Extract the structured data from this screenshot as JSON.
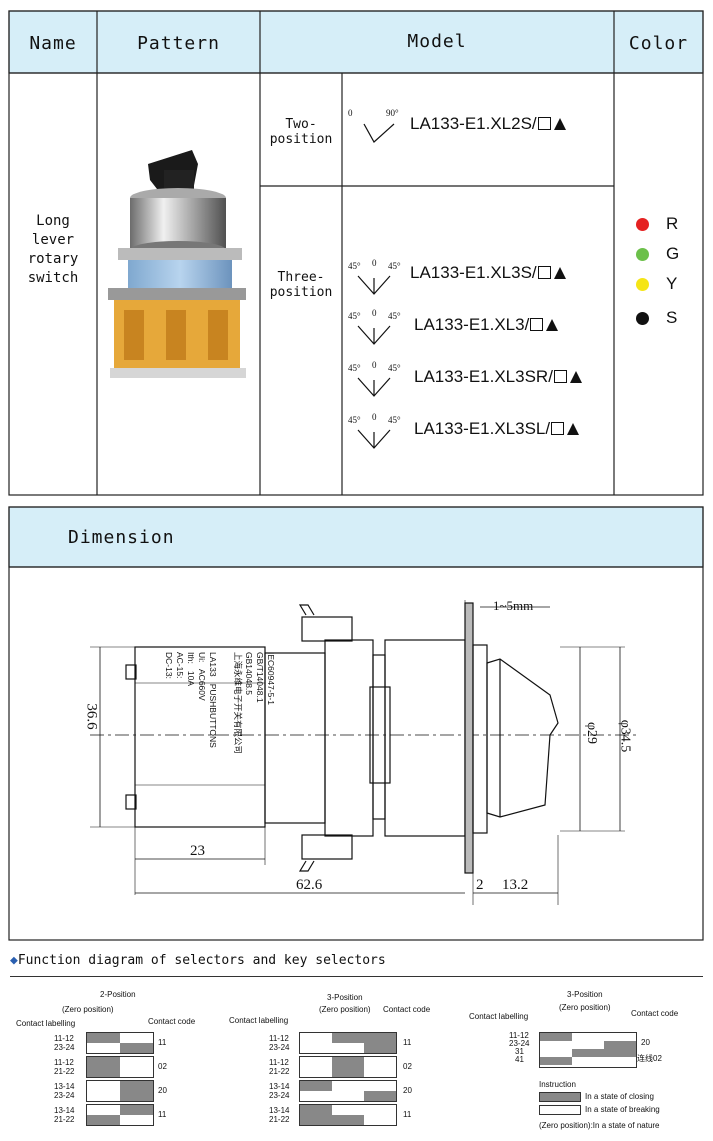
{
  "table": {
    "headers": {
      "name": "Name",
      "pattern": "Pattern",
      "model": "Model",
      "color": "Color"
    },
    "name": [
      "Long",
      "lever",
      "rotary",
      "switch"
    ],
    "two_position": {
      "label": [
        "Two-",
        "position"
      ],
      "angle_left": "0",
      "angle_right": "90°",
      "model": "LA133-E1.XL2S/"
    },
    "three_position": {
      "label": [
        "Three-",
        "position"
      ],
      "rows": [
        {
          "model": "LA133-E1.XL3S/",
          "a1": "45°",
          "a2": "0",
          "a3": "45°"
        },
        {
          "model": "LA133-E1.XL3/",
          "a1": "45°",
          "a2": "0",
          "a3": "45°"
        },
        {
          "model": "LA133-E1.XL3SR/",
          "a1": "45°",
          "a2": "0",
          "a3": "45°"
        },
        {
          "model": "LA133-E1.XL3SL/",
          "a1": "45°",
          "a2": "0",
          "a3": "45°"
        }
      ]
    },
    "colors": [
      {
        "letter": "R",
        "hex": "#e52222"
      },
      {
        "letter": "G",
        "hex": "#6cc04a"
      },
      {
        "letter": "Y",
        "hex": "#f5e516"
      },
      {
        "letter": "S",
        "hex": "#111111"
      }
    ]
  },
  "dimension": {
    "title": "Dimension",
    "panel_thickness": "1~5mm",
    "height": "36.6",
    "dia_inner": "φ29",
    "dia_outer": "φ34.5",
    "base_width": "23",
    "total_length": "62.6",
    "gap": "2",
    "knob_length": "13.2",
    "body_text": [
      "IEC60947-5-1",
      "GB/T14048.1",
      "GB14048.5",
      "LA133",
      "PUSHBUTTONS",
      "Ui:",
      "AC660V",
      "Ith:",
      "10A",
      "AC-15:",
      "DC-13:",
      "上海永维电子开关有限公司"
    ]
  },
  "function": {
    "title": "Function diagram of selectors and key selectors",
    "diagrams": [
      {
        "title": "2-Position",
        "zero": "(Zero position)",
        "labelling": "Contact labelling",
        "code": "Contact code",
        "rows": [
          {
            "top": "11-12",
            "bottom": "23-24",
            "code": "11"
          },
          {
            "top": "11-12",
            "bottom": "21-22",
            "code": "02"
          },
          {
            "top": "13-14",
            "bottom": "23-24",
            "code": "20"
          },
          {
            "top": "13-14",
            "bottom": "21-22",
            "code": "11"
          }
        ]
      },
      {
        "title": "3-Position",
        "zero": "(Zero position)",
        "labelling": "Contact labelling",
        "code": "Contact code",
        "rows": [
          {
            "top": "11-12",
            "bottom": "23-24",
            "code": "11"
          },
          {
            "top": "11-12",
            "bottom": "21-22",
            "code": "02"
          },
          {
            "top": "13-14",
            "bottom": "23-24",
            "code": "20"
          },
          {
            "top": "13-14",
            "bottom": "21-22",
            "code": "11"
          }
        ]
      },
      {
        "title": "3-Position",
        "zero": "(Zero position)",
        "labelling": "Contact labelling",
        "code": "Contact code",
        "lines": [
          "11-12",
          "23-24",
          "31",
          "41"
        ],
        "code_a": "20",
        "code_b": "连线02",
        "instruction": "Instruction",
        "closing": "In a state of closing",
        "breaking": "In a state of breaking",
        "nature": "(Zero position):In a state of nature"
      }
    ]
  }
}
